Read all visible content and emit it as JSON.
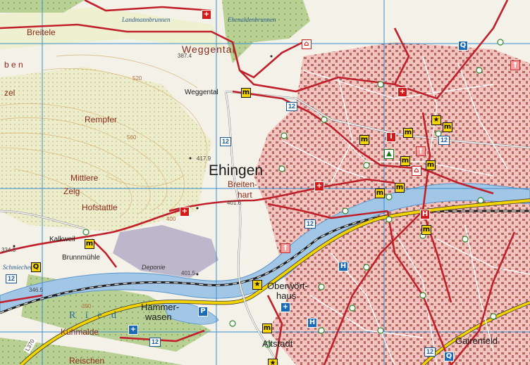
{
  "colors": {
    "background": "#f4f1e8",
    "built_up": "#f0b7b2",
    "forest": "#b7cf8f",
    "vineyard": "#e8e6b8",
    "water": "#9fc5e6",
    "deponie": "#b9b4c8",
    "trail": "#c0202a",
    "major_road": "#f2d300",
    "grid": "#3a8fd0",
    "contour": "#d9b67a"
  },
  "labels": {
    "ehingen": "Ehingen",
    "breitele": "Breitele",
    "weggental": "Weggental",
    "weggental_place": "Weggental",
    "rempfer": "Rempfer",
    "mittlere": "Mittlere",
    "zelg": "Zelg",
    "hofstattle": "Hofstattle",
    "kalkweil": "Kalkweil",
    "breitenhart_1": "Breiten-",
    "breitenhart_2": "hart",
    "zel": "zel",
    "ben": "b e n",
    "brunnmuhle": "Brunnmühle",
    "deponie": "Deponie",
    "hammerwasen_1": "Hammer-",
    "hammerwasen_2": "wasen",
    "ried": "R i e d",
    "kuhmalde": "Kuhmalde",
    "reischen": "Reischen",
    "oberworthaus_1": "Oberwört-",
    "oberworthaus_2": "haus",
    "altstadt": "Altstadt",
    "gairenfeld": "Gairenfeld",
    "landmannbrunnen": "Landmannbrunnen",
    "ehenaldenbrunnen": "Ehenaldenbrunnen",
    "haldenbach": "Schmiechen"
  },
  "elevations": {
    "e387": "387.4",
    "e417": "417.9",
    "e401a": "401.6",
    "e401b": "401.5",
    "e346": "346.5",
    "e334": "334.3",
    "c520": "520",
    "c560": "560",
    "c400": "400",
    "c390": "390"
  },
  "road_numbers": {
    "r12a": "12",
    "r12b": "12",
    "r12c": "12",
    "r12d": "12",
    "r12e": "12",
    "r12f": "12",
    "r12g": "12",
    "l370": "L370"
  },
  "symbols": {
    "museum": "m",
    "info": "i",
    "hospital": "+",
    "parking": "P",
    "quelle": "Q",
    "lookout": "★",
    "stop": "H",
    "tower": "▲",
    "church": "†",
    "hut": "⌂"
  }
}
